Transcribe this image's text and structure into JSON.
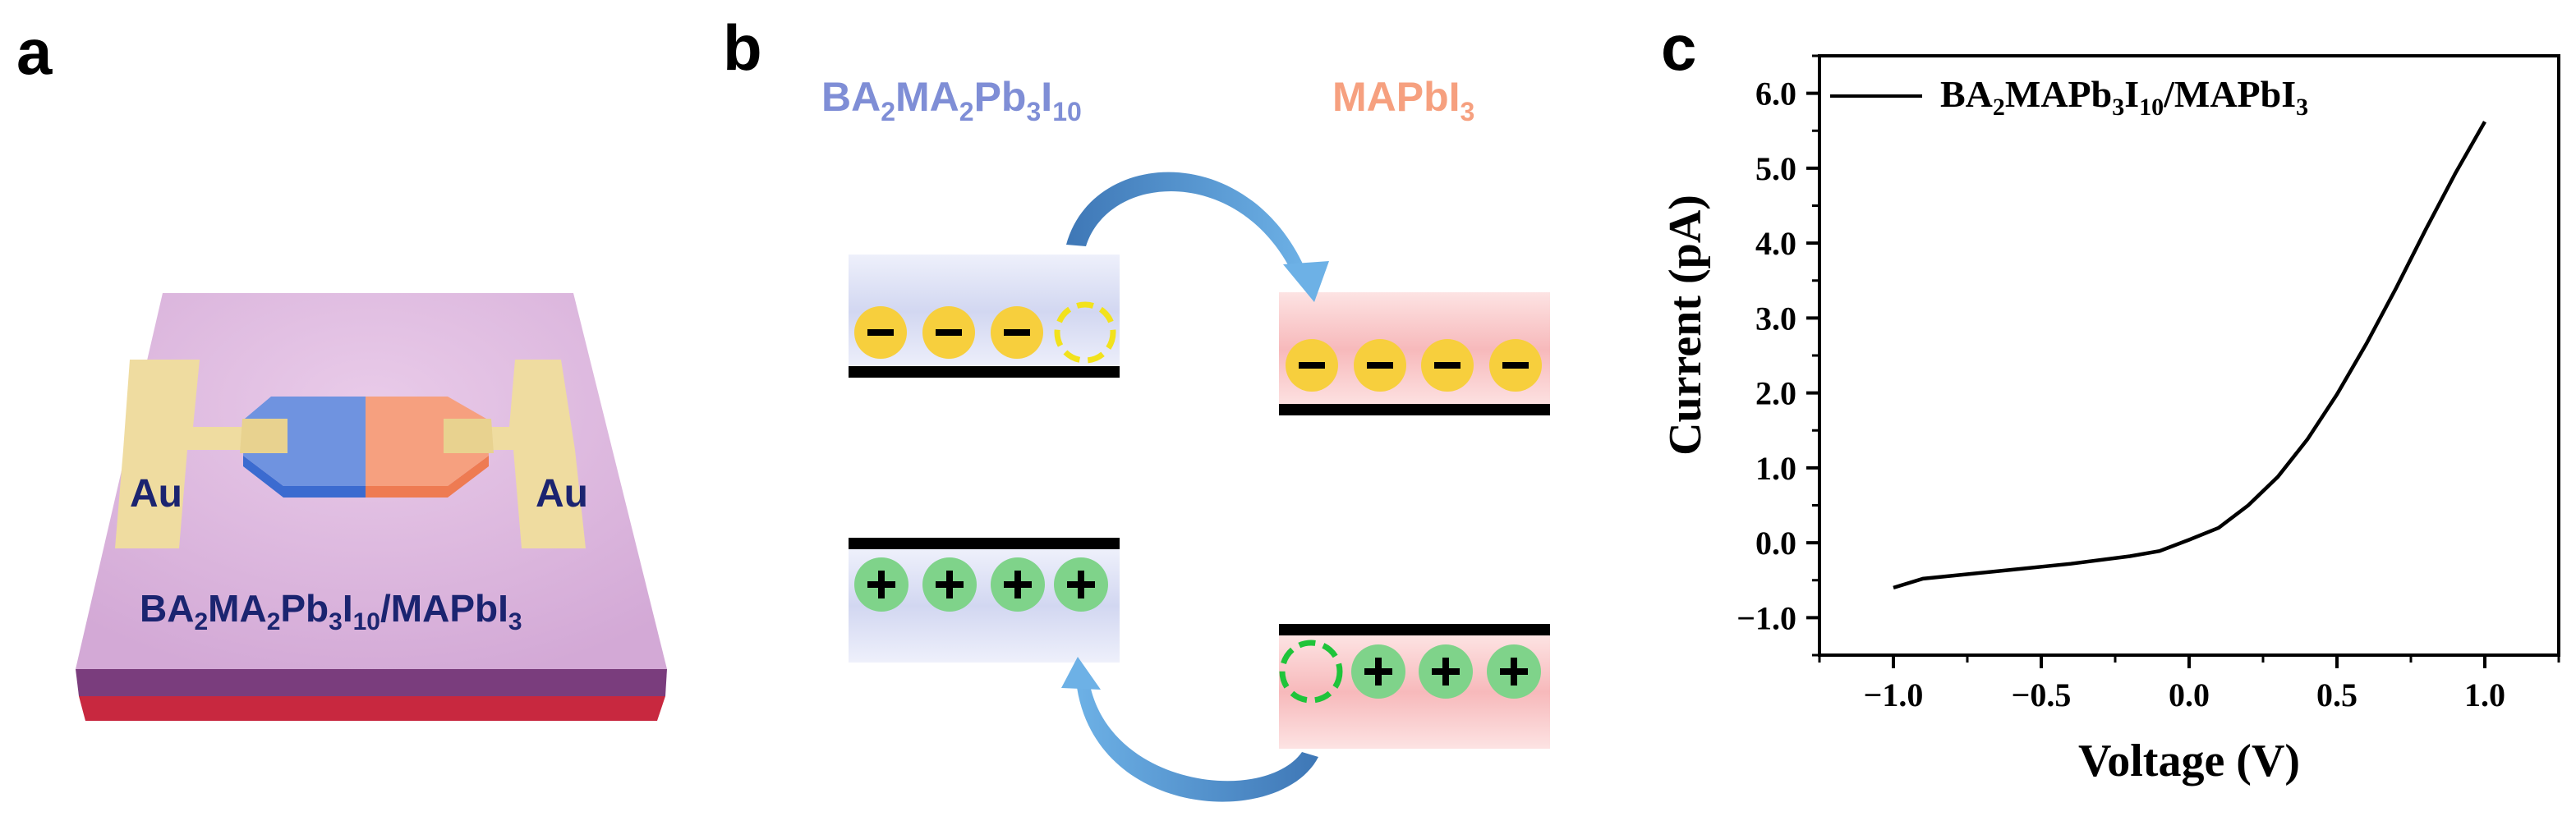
{
  "panel_a": {
    "letter": "a",
    "electrode_left": "Au",
    "electrode_right": "Au",
    "device_label": {
      "p1": "BA",
      "s1": "2",
      "p2": "MA",
      "s2": "2",
      "p3": "Pb",
      "s3": "3",
      "p4": "I",
      "s4": "10",
      "p5": "/MAPbI",
      "s5": "3"
    },
    "colors": {
      "substrate_top": "#d9b3dd",
      "substrate_side": "#7a3d7d",
      "substrate_base": "#c8283f",
      "electrode": "#efdca0",
      "flake_left": "#6f93e0",
      "flake_right": "#f6a07f",
      "text": "#1b2470"
    }
  },
  "panel_b": {
    "letter": "b",
    "title_left": {
      "p1": "BA",
      "s1": "2",
      "p2": "MA",
      "s2": "2",
      "p3": "Pb",
      "s3": "3",
      "p4": "I",
      "s4": "10"
    },
    "title_right": {
      "p1": "MAPbI",
      "s1": "3"
    },
    "electron_symbol": "−",
    "hole_symbol": "+",
    "colors": {
      "title_left": "#7f8ed6",
      "title_right": "#f6a07f",
      "electron": "#f7cf3d",
      "hole": "#7fd38a",
      "arrow": "#4d8fd0",
      "bar": "#000000"
    }
  },
  "panel_c": {
    "letter": "c",
    "chart_data": {
      "type": "line",
      "xlabel": "Voltage (V)",
      "ylabel": "Current (pA)",
      "xlim": [
        -1.25,
        1.25
      ],
      "ylim": [
        -1.5,
        6.5
      ],
      "xticks": [
        "−1.0",
        "−0.5",
        "0.0",
        "0.5",
        "1.0"
      ],
      "xtick_values": [
        -1.0,
        -0.5,
        0.0,
        0.5,
        1.0
      ],
      "yticks": [
        "−1.0",
        "0.0",
        "1.0",
        "2.0",
        "3.0",
        "4.0",
        "5.0",
        "6.0"
      ],
      "ytick_values": [
        -1,
        0,
        1,
        2,
        3,
        4,
        5,
        6
      ],
      "legend": {
        "p1": "BA",
        "s1": "2",
        "p2": "MAPb",
        "s2": "3",
        "p3": "I",
        "s3": "10",
        "p4": "/MAPbI",
        "s4": "3"
      },
      "legend_position": "top-left",
      "grid": false,
      "series": [
        {
          "x": [
            -1.0,
            -0.9,
            -0.8,
            -0.6,
            -0.4,
            -0.2,
            -0.1,
            0.0,
            0.1,
            0.2,
            0.3,
            0.4,
            0.5,
            0.6,
            0.7,
            0.8,
            0.9,
            1.0
          ],
          "y": [
            -0.6,
            -0.48,
            -0.44,
            -0.36,
            -0.28,
            -0.18,
            -0.11,
            0.04,
            0.2,
            0.5,
            0.88,
            1.38,
            1.98,
            2.66,
            3.4,
            4.18,
            4.93,
            5.62
          ]
        }
      ]
    }
  }
}
